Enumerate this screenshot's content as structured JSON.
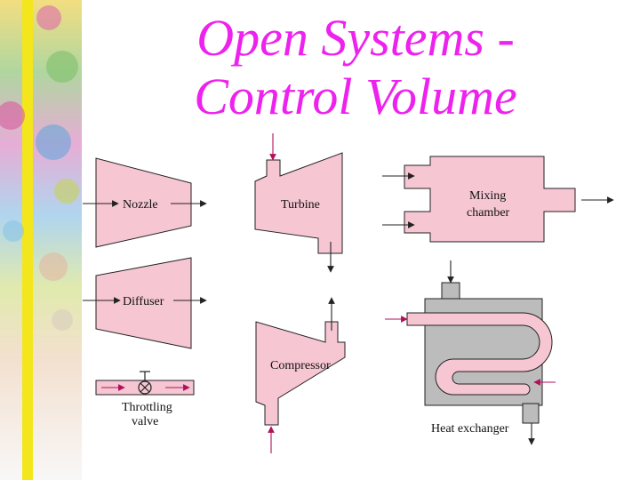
{
  "title": {
    "line1": "Open Systems -",
    "line2": "Control Volume"
  },
  "labels": {
    "nozzle": "Nozzle",
    "turbine": "Turbine",
    "mixing_line1": "Mixing",
    "mixing_line2": "chamber",
    "diffuser": "Diffuser",
    "compressor": "Compressor",
    "throttling_line1": "Throttling",
    "throttling_line2": "valve",
    "heat_exchanger": "Heat exchanger"
  },
  "colors": {
    "fill_pink": "#f6c6d3",
    "fill_gray": "#bcbcbc",
    "outline": "#222222",
    "arrow": "#222222",
    "arrow_accent": "#b0125a",
    "title": "#ee22ee"
  }
}
